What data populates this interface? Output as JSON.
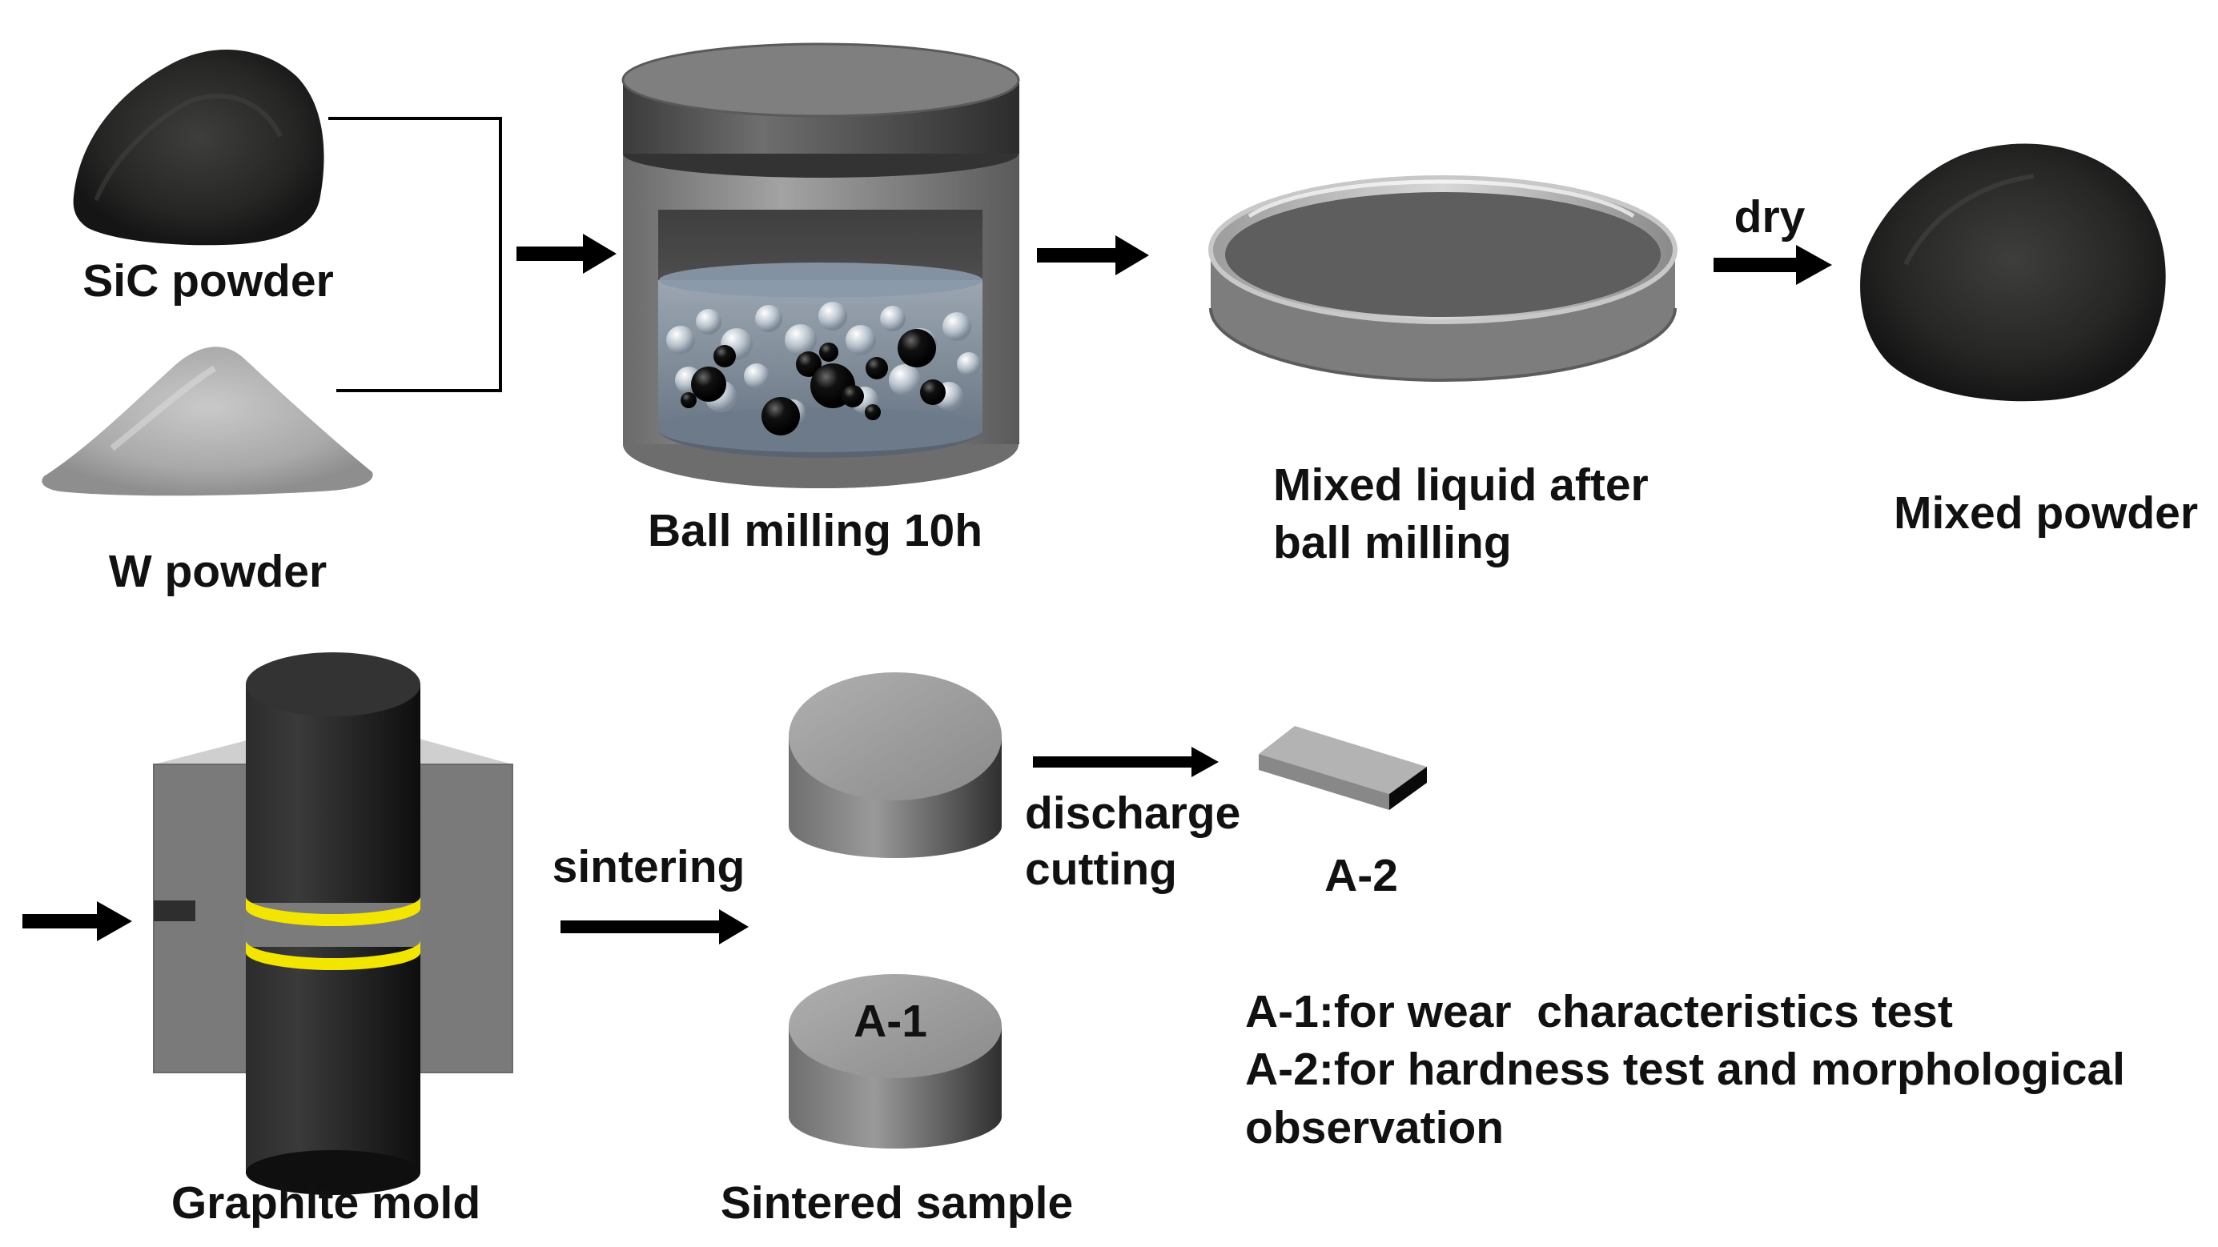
{
  "labels": {
    "sic_powder": "SiC powder",
    "w_powder": "W powder",
    "ball_milling": "Ball milling 10h",
    "mixed_liquid_line1": "Mixed liquid after",
    "mixed_liquid_line2": "ball milling",
    "dry": "dry",
    "mixed_powder": "Mixed powder",
    "graphite_mold": "Graphite mold",
    "sintering": "sintering",
    "discharge_line1": "discharge",
    "discharge_line2": "cutting",
    "a2": "A-2",
    "a1": "A-1",
    "sintered_sample": "Sintered sample"
  },
  "notes": {
    "line1": "A-1:for wear  characteristics test",
    "line2": "A-2:for hardness test and morphological",
    "line3": "observation"
  },
  "colors": {
    "arrow": "#000000",
    "sic_powder": "#2b2b2b",
    "w_powder": "#a8a8a8",
    "mixed_powder": "#2e2d2b",
    "jar_body": "#8a8a8a",
    "dish_liquid": "#5e5e5e",
    "mold_block": "#7a7a7a",
    "punch": "#1e1e1e",
    "band_yellow": "#f2e600",
    "sample_gray": "#8c8c8c"
  }
}
